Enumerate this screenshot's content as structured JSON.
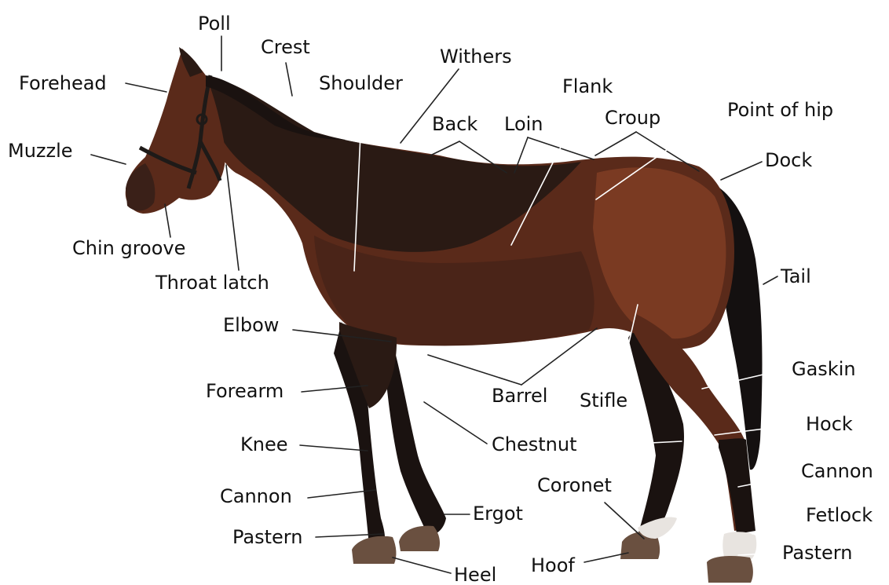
{
  "colors": {
    "background": "#ffffff",
    "coat_dark": "#2a1a14",
    "coat_bay": "#5a2a1a",
    "coat_brown": "#7a3a22",
    "legs_black": "#1a1210",
    "hoof": "#6a5040",
    "white_marking": "#e8e4e0",
    "label_text": "#111111",
    "leader_light": "#ffffff",
    "leader_dark": "#222222"
  },
  "labels": {
    "poll": "Poll",
    "crest": "Crest",
    "forehead": "Forehead",
    "withers": "Withers",
    "shoulder": "Shoulder",
    "flank": "Flank",
    "muzzle": "Muzzle",
    "back": "Back",
    "loin": "Loin",
    "croup": "Croup",
    "point_of_hip": "Point of hip",
    "dock": "Dock",
    "chin_groove": "Chin groove",
    "throat_latch": "Throat latch",
    "tail": "Tail",
    "elbow": "Elbow",
    "gaskin": "Gaskin",
    "forearm": "Forearm",
    "barrel": "Barrel",
    "stifle": "Stifle",
    "hock": "Hock",
    "knee": "Knee",
    "chestnut": "Chestnut",
    "cannon_front": "Cannon",
    "cannon_hind": "Cannon",
    "coronet": "Coronet",
    "ergot": "Ergot",
    "fetlock": "Fetlock",
    "pastern_front": "Pastern",
    "pastern_hind": "Pastern",
    "hoof": "Hoof",
    "heel": "Heel"
  }
}
